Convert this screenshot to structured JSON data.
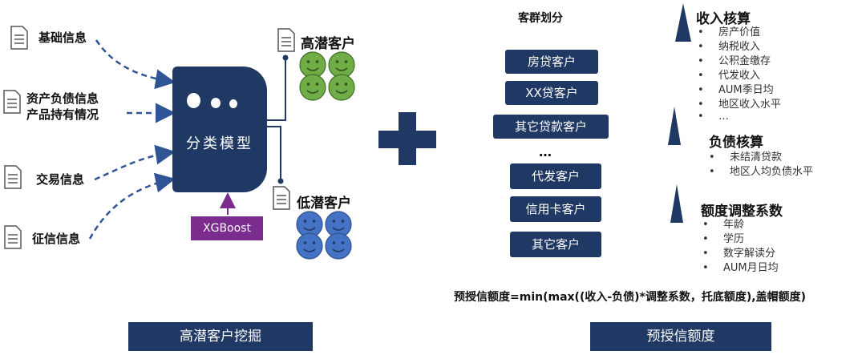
{
  "inputs": {
    "basic_info": "基础信息",
    "assets_liabilities": "资产负债信息",
    "product_holding": "产品持有情况",
    "transactions": "交易信息",
    "credit_info": "征信信息"
  },
  "model": {
    "label": "分类模型",
    "algorithm": "XGBoost"
  },
  "outputs": {
    "high_potential": "高潜客户",
    "low_potential": "低潜客户"
  },
  "segmentation": {
    "title": "客群划分",
    "groups": [
      "房贷客户",
      "XX贷客户",
      "其它贷款客户",
      "代发客户",
      "信用卡客户",
      "其它客户"
    ],
    "ellipsis": "…"
  },
  "income": {
    "title": "收入核算",
    "items": [
      "房产价值",
      "纳税收入",
      "公积金缴存",
      "代发收入",
      "AUM季日均",
      "地区收入水平",
      "…"
    ]
  },
  "liability": {
    "title": "负债核算",
    "items": [
      "未结清贷款",
      "地区人均负债水平"
    ]
  },
  "adjustment": {
    "title": "额度调整系数",
    "items": [
      "年龄",
      "学历",
      "数字解读分",
      "AUM月日均"
    ]
  },
  "formula": "预授信额度=min(max((收入-负债)*调整系数，托底额度),盖帽额度)",
  "captions": {
    "left": "高潜客户挖掘",
    "right": "预授信额度"
  },
  "colors": {
    "navy": "#1f3864",
    "xgboost": "#7b2d8e",
    "face_green": "#70ad47",
    "face_blue": "#4472c4",
    "arrow": "#2f5597"
  }
}
